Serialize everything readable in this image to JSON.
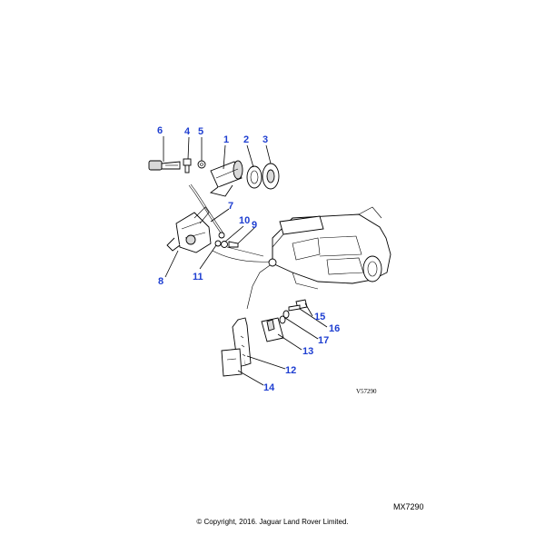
{
  "callouts": [
    {
      "id": "1",
      "label": "1"
    },
    {
      "id": "2",
      "label": "2"
    },
    {
      "id": "3",
      "label": "3"
    },
    {
      "id": "4",
      "label": "4"
    },
    {
      "id": "5",
      "label": "5"
    },
    {
      "id": "6",
      "label": "6"
    },
    {
      "id": "7",
      "label": "7"
    },
    {
      "id": "8",
      "label": "8"
    },
    {
      "id": "9",
      "label": "9"
    },
    {
      "id": "10",
      "label": "10"
    },
    {
      "id": "11",
      "label": "11"
    },
    {
      "id": "12",
      "label": "12"
    },
    {
      "id": "13",
      "label": "13"
    },
    {
      "id": "14",
      "label": "14"
    },
    {
      "id": "15",
      "label": "15"
    },
    {
      "id": "16",
      "label": "16"
    },
    {
      "id": "17",
      "label": "17"
    }
  ],
  "drawing_reference": "V57290",
  "diagram_number": "MX7290",
  "copyright": "© Copyright, 2016. Jaguar Land Rover Limited."
}
